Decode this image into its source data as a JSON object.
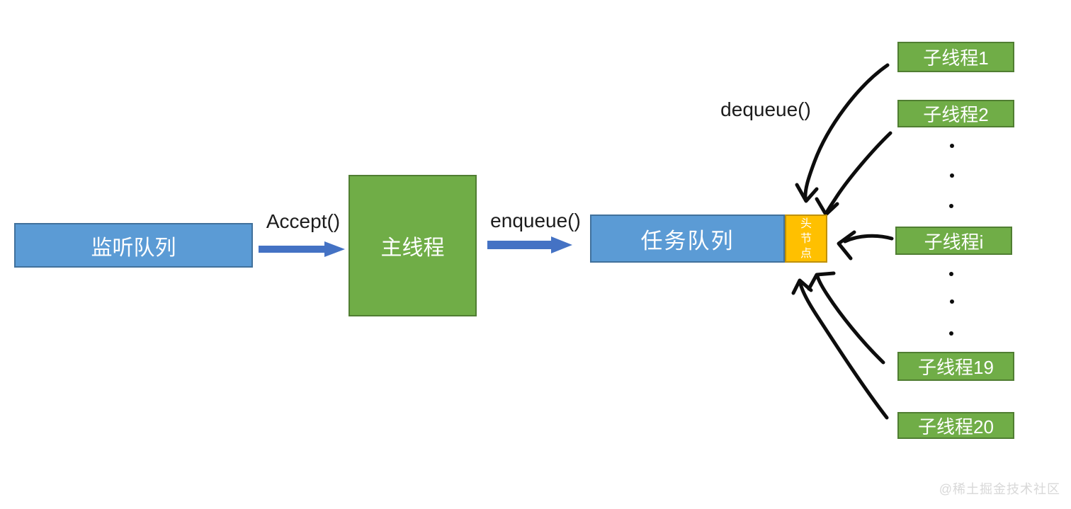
{
  "diagram": {
    "nodes": {
      "listen_queue": "监听队列",
      "main_thread": "主线程",
      "task_queue": "任务队列",
      "head_node": "头节点"
    },
    "edge_labels": {
      "accept": "Accept()",
      "enqueue": "enqueue()",
      "dequeue": "dequeue()"
    },
    "threads": [
      {
        "label": "子线程1"
      },
      {
        "label": "子线程2"
      },
      {
        "label": "子线程i",
        "spellcheck_underline": true
      },
      {
        "label": "子线程19"
      },
      {
        "label": "子线程20"
      }
    ],
    "ellipsis": {
      "between_thread2_and_threadi_dots": 3,
      "between_threadi_and_thread19_dots": 3
    }
  },
  "watermark": "@稀土掘金技术社区",
  "colors": {
    "box_blue": "#5B9BD5",
    "box_blue_border": "#41719C",
    "box_green": "#70AD47",
    "box_green_border": "#507E32",
    "head_orange": "#FFC000",
    "head_orange_border": "#BF9000",
    "arrow_blue": "#4472C4",
    "ink": "#0d0d0d",
    "watermark_gray": "#D8D8D8",
    "spellcheck_red": "#E0442C"
  }
}
